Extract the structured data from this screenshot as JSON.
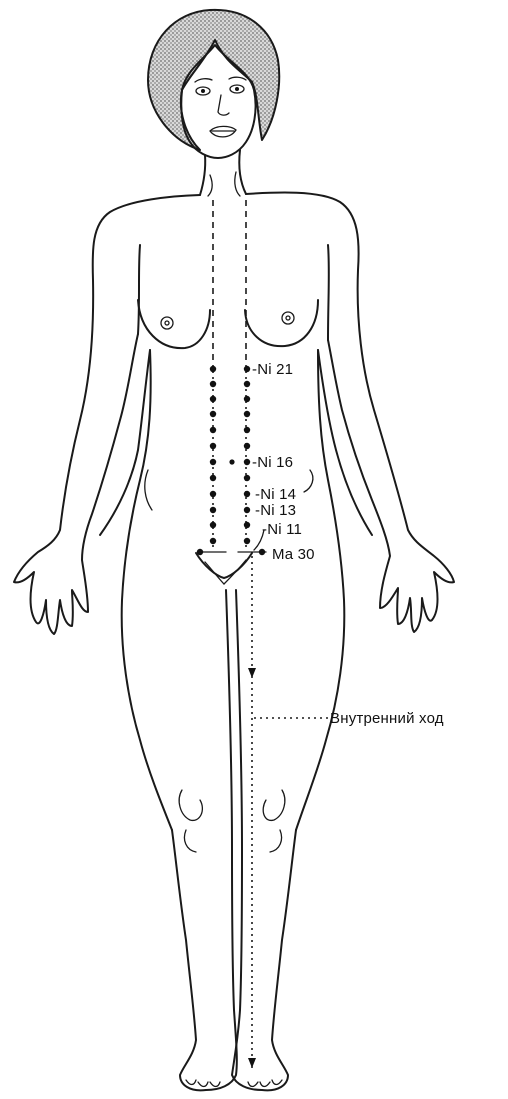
{
  "points": {
    "ni21": "-Ni 21",
    "ni16": "-Ni 16",
    "ni14": "-Ni 14",
    "ni13": "-Ni 13",
    "ni11": "-Ni 11",
    "ma30": "Ma 30"
  },
  "internal_path_label": "Внутренний ход",
  "colors": {
    "line": "#1a1a1a",
    "hair": "#8a8a8a",
    "background": "#ffffff"
  }
}
